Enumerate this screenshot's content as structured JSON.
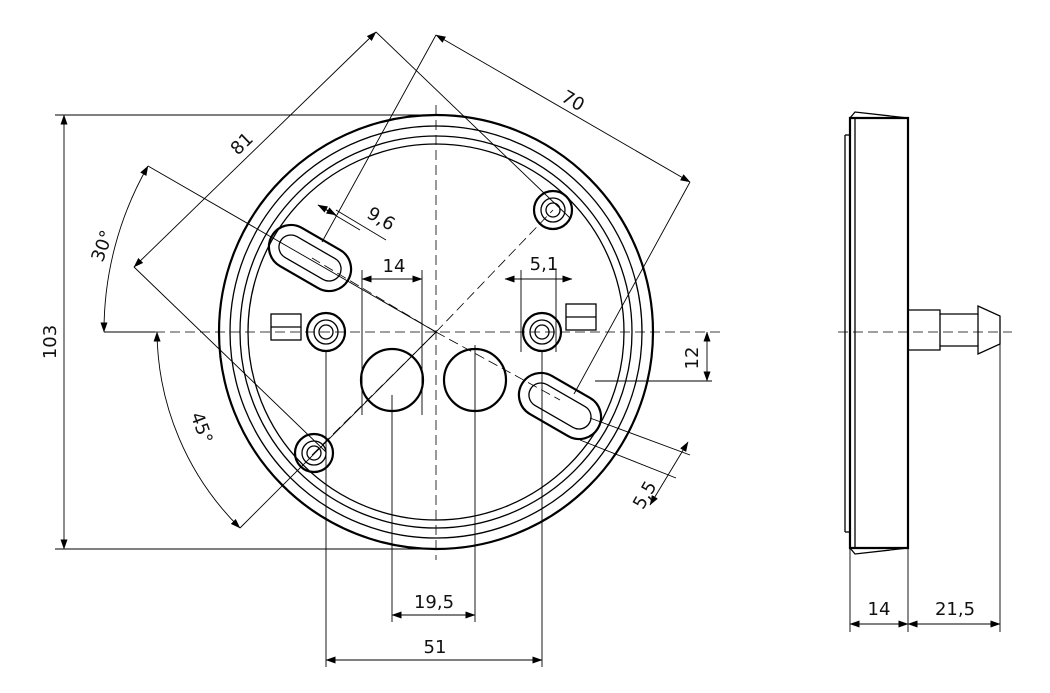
{
  "drawing": {
    "dimensions": {
      "height_103": "103",
      "dia_81": "81",
      "dia_70": "70",
      "slot_9_6": "9,6",
      "offset_14": "14",
      "offset_5_1": "5,1",
      "offset_12": "12",
      "slot_5_5": "5,5",
      "spacing_19_5": "19,5",
      "spacing_51": "51",
      "depth_14": "14",
      "nipple_21_5": "21,5",
      "angle_30": "30°",
      "angle_45": "45°"
    }
  }
}
